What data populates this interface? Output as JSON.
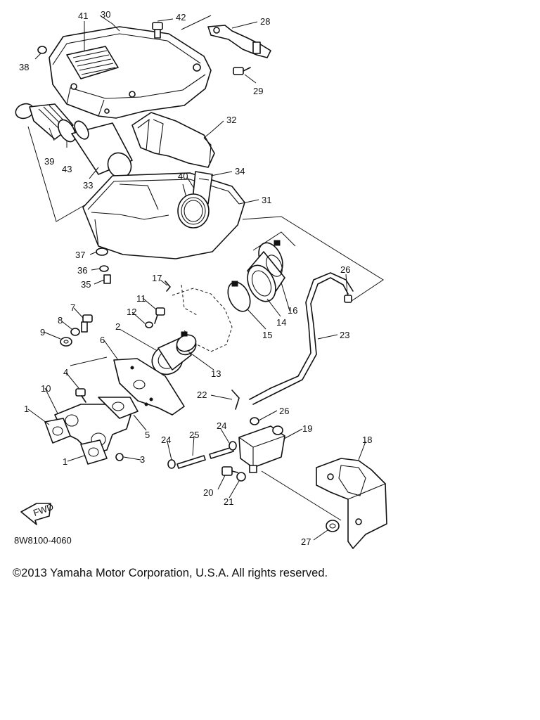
{
  "diagram": {
    "drawing_code": "8W8100-4060",
    "fwd_label": "FWD",
    "callouts": [
      {
        "id": "c41",
        "label": "41"
      },
      {
        "id": "c30",
        "label": "30"
      },
      {
        "id": "c42",
        "label": "42"
      },
      {
        "id": "c28",
        "label": "28"
      },
      {
        "id": "c38",
        "label": "38"
      },
      {
        "id": "c29",
        "label": "29"
      },
      {
        "id": "c32",
        "label": "32"
      },
      {
        "id": "c39",
        "label": "39"
      },
      {
        "id": "c43",
        "label": "43"
      },
      {
        "id": "c33",
        "label": "33"
      },
      {
        "id": "c40",
        "label": "40"
      },
      {
        "id": "c34",
        "label": "34"
      },
      {
        "id": "c31",
        "label": "31"
      },
      {
        "id": "c37",
        "label": "37"
      },
      {
        "id": "c36",
        "label": "36"
      },
      {
        "id": "c35",
        "label": "35"
      },
      {
        "id": "c26a",
        "label": "26"
      },
      {
        "id": "c17",
        "label": "17"
      },
      {
        "id": "c16",
        "label": "16"
      },
      {
        "id": "c11",
        "label": "11"
      },
      {
        "id": "c12",
        "label": "12"
      },
      {
        "id": "c14",
        "label": "14"
      },
      {
        "id": "c7",
        "label": "7"
      },
      {
        "id": "c8",
        "label": "8"
      },
      {
        "id": "c9",
        "label": "9"
      },
      {
        "id": "c2",
        "label": "2"
      },
      {
        "id": "c15",
        "label": "15"
      },
      {
        "id": "c23",
        "label": "23"
      },
      {
        "id": "c6",
        "label": "6"
      },
      {
        "id": "c13",
        "label": "13"
      },
      {
        "id": "c4",
        "label": "4"
      },
      {
        "id": "c10",
        "label": "10"
      },
      {
        "id": "c22",
        "label": "22"
      },
      {
        "id": "c26b",
        "label": "26"
      },
      {
        "id": "c1a",
        "label": "1"
      },
      {
        "id": "c5",
        "label": "5"
      },
      {
        "id": "c24a",
        "label": "24"
      },
      {
        "id": "c19",
        "label": "19"
      },
      {
        "id": "c18",
        "label": "18"
      },
      {
        "id": "c25",
        "label": "25"
      },
      {
        "id": "c24b",
        "label": "24"
      },
      {
        "id": "c1b",
        "label": "1"
      },
      {
        "id": "c3",
        "label": "3"
      },
      {
        "id": "c20",
        "label": "20"
      },
      {
        "id": "c21",
        "label": "21"
      },
      {
        "id": "c27",
        "label": "27"
      }
    ]
  },
  "footer": {
    "copyright": "©2013 Yamaha Motor Corporation, U.S.A. All rights reserved."
  }
}
